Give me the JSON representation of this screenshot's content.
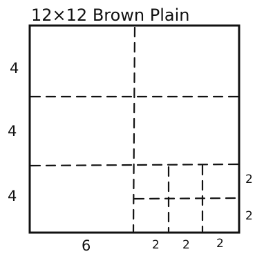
{
  "title": "12×12 Brown Plain",
  "row_labels": [
    "4",
    "4",
    "4"
  ],
  "right_labels": [
    "2",
    "2"
  ],
  "bottom_labels": [
    "6",
    "2",
    "2",
    "2"
  ],
  "colors": {
    "ink": "#111111",
    "paper": "#ffffff"
  }
}
